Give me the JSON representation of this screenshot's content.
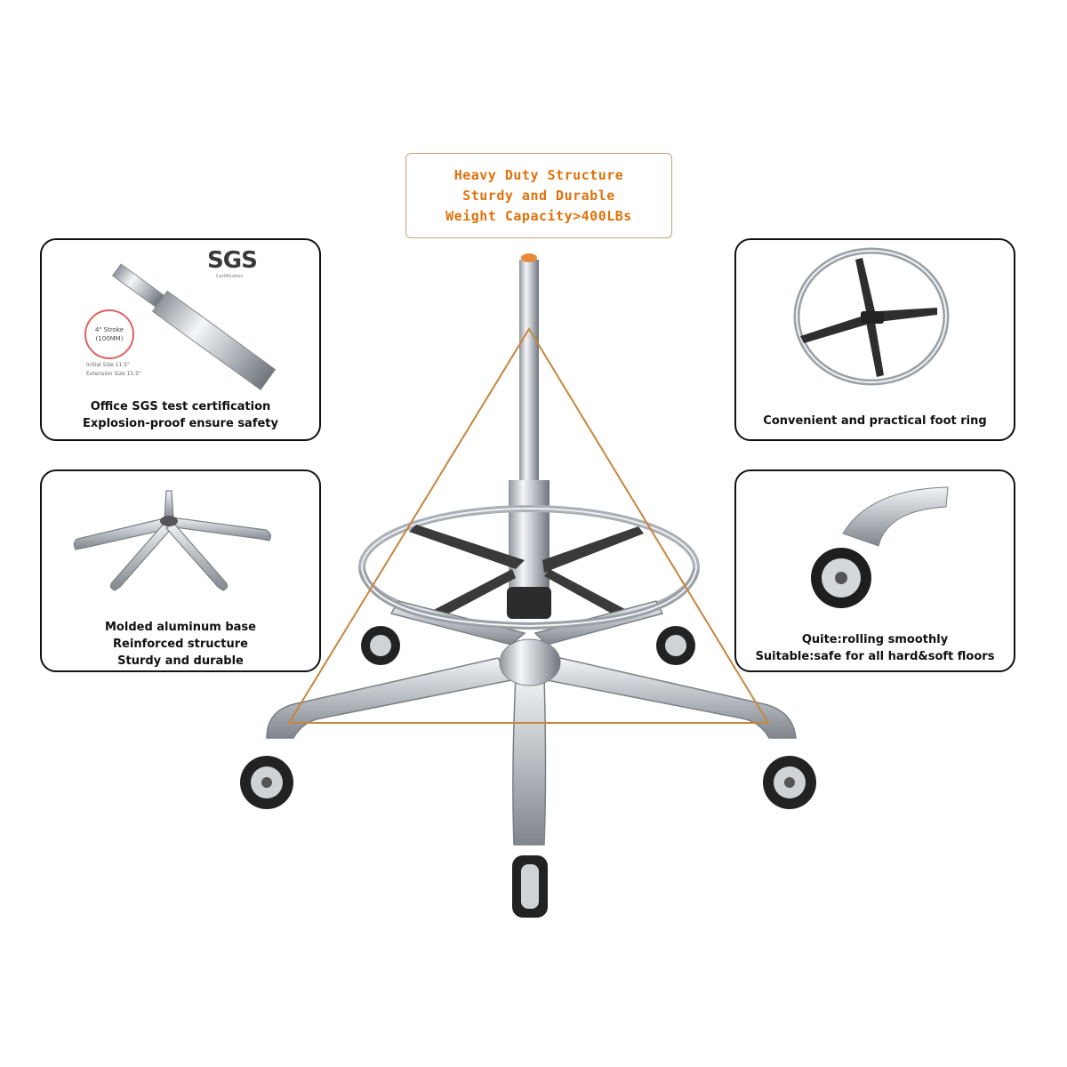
{
  "top_box": {
    "line1": "Heavy Duty Structure",
    "line2": "Sturdy and Durable",
    "line3": "Weight Capacity>400LBs"
  },
  "cards": {
    "gas_lift": {
      "brand": "SGS",
      "brand_sub": "Certification",
      "badge_line1": "4\" Stroke",
      "badge_line2": "(100MM)",
      "note_line1": "Initial Size 11.5\"",
      "note_line2": "Extension Size 15.5\"",
      "caption_line1": "Office SGS test certification",
      "caption_line2": "Explosion-proof ensure safety"
    },
    "base": {
      "caption_line1": "Molded aluminum base",
      "caption_line2": "Reinforced structure",
      "caption_line3": "Sturdy and durable"
    },
    "foot_ring": {
      "caption_line1": "Convenient and practical foot ring"
    },
    "casters": {
      "caption_line1": "Quite:rolling smoothly",
      "caption_line2": "Suitable:safe for all hard&soft floors"
    }
  },
  "colors": {
    "accent": "#e0720c",
    "triangle": "#c7853e",
    "metal": "#c8ccd0",
    "dark": "#2b2b2b"
  }
}
